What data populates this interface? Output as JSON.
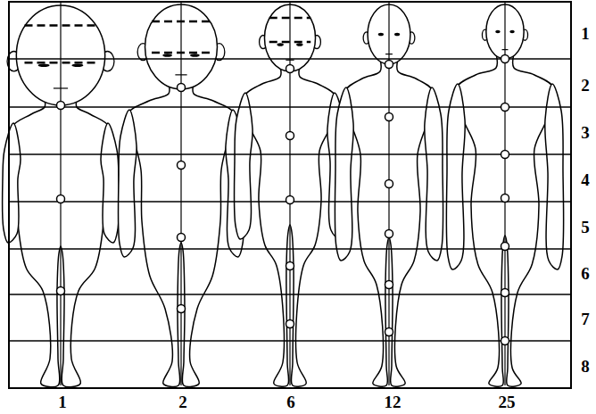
{
  "diagram": {
    "labels": [
      "1",
      "2",
      "3",
      "4",
      "5",
      "6",
      "7",
      "8",
      "1",
      "2",
      "6",
      "12",
      "25"
    ]
  }
}
